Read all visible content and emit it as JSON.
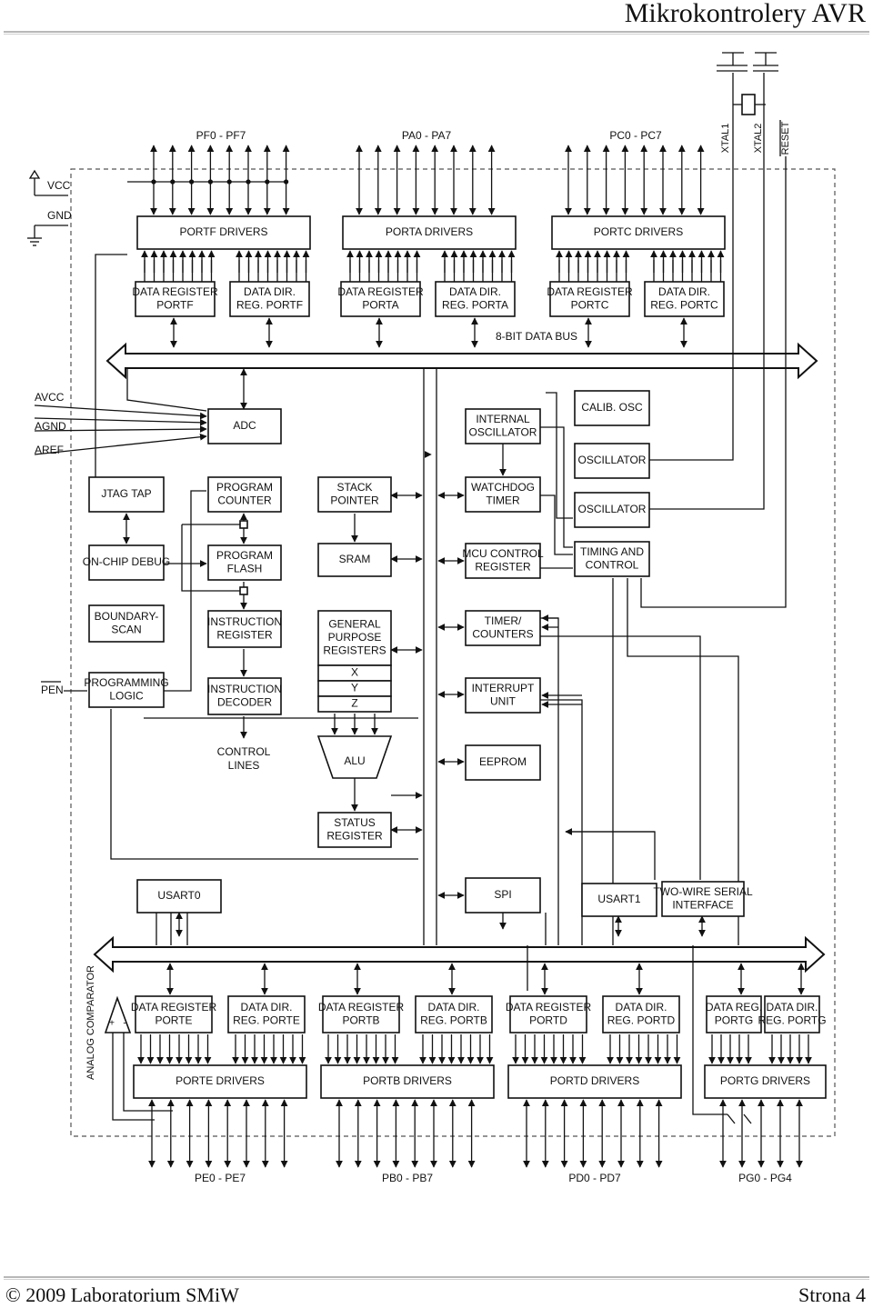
{
  "header": {
    "title": "Mikrokontrolery AVR"
  },
  "footer": {
    "copyright": "© 2009 Laboratorium SMiW",
    "page": "Strona 4"
  },
  "diagram": {
    "external": {
      "vcc": "VCC",
      "gnd": "GND",
      "avcc": "AVCC",
      "agnd": "AGND",
      "aref": "AREF",
      "pen": "PEN",
      "xtal1": "XTAL1",
      "xtal2": "XTAL2",
      "reset": "RESET",
      "analog_comparator": "ANALOG COMPARATOR"
    },
    "port_labels": {
      "pf": "PF0 - PF7",
      "pa": "PA0 - PA7",
      "pc": "PC0 - PC7",
      "pe": "PE0 - PE7",
      "pb": "PB0 - PB7",
      "pd": "PD0 - PD7",
      "pg": "PG0 - PG4"
    },
    "buses": {
      "top": "8-BIT DATA BUS"
    },
    "drivers": {
      "portf": "PORTF DRIVERS",
      "porta": "PORTA DRIVERS",
      "portc": "PORTC DRIVERS",
      "porte": "PORTE DRIVERS",
      "portb": "PORTB DRIVERS",
      "portd": "PORTD DRIVERS",
      "portg": "PORTG DRIVERS"
    },
    "registers": {
      "dr_portf": [
        "DATA REGISTER",
        "PORTF"
      ],
      "ddr_portf": [
        "DATA DIR.",
        "REG. PORTF"
      ],
      "dr_porta": [
        "DATA REGISTER",
        "PORTA"
      ],
      "ddr_porta": [
        "DATA DIR.",
        "REG. PORTA"
      ],
      "dr_portc": [
        "DATA REGISTER",
        "PORTC"
      ],
      "ddr_portc": [
        "DATA DIR.",
        "REG. PORTC"
      ],
      "dr_porte": [
        "DATA REGISTER",
        "PORTE"
      ],
      "ddr_porte": [
        "DATA DIR.",
        "REG. PORTE"
      ],
      "dr_portb": [
        "DATA REGISTER",
        "PORTB"
      ],
      "ddr_portb": [
        "DATA DIR.",
        "REG. PORTB"
      ],
      "dr_portd": [
        "DATA REGISTER",
        "PORTD"
      ],
      "ddr_portd": [
        "DATA DIR.",
        "REG. PORTD"
      ],
      "dr_portg": [
        "DATA REG.",
        "PORTG"
      ],
      "ddr_portg": [
        "DATA DIR.",
        "REG. PORTG"
      ]
    },
    "blocks": {
      "adc": [
        "ADC"
      ],
      "jtag": [
        "JTAG TAP"
      ],
      "ocd": [
        "ON-CHIP DEBUG"
      ],
      "bscan": [
        "BOUNDARY-",
        "SCAN"
      ],
      "proglogic": [
        "PROGRAMMING",
        "LOGIC"
      ],
      "pc": [
        "PROGRAM",
        "COUNTER"
      ],
      "flash": [
        "PROGRAM",
        "FLASH"
      ],
      "ir": [
        "INSTRUCTION",
        "REGISTER"
      ],
      "id": [
        "INSTRUCTION",
        "DECODER"
      ],
      "control_lines": [
        "CONTROL",
        "LINES"
      ],
      "sp": [
        "STACK",
        "POINTER"
      ],
      "sram": [
        "SRAM"
      ],
      "gpr": [
        "GENERAL",
        "PURPOSE",
        "REGISTERS"
      ],
      "gpr_x": "X",
      "gpr_y": "Y",
      "gpr_z": "Z",
      "alu": "ALU",
      "sreg": [
        "STATUS",
        "REGISTER"
      ],
      "intosc": [
        "INTERNAL",
        "OSCILLATOR"
      ],
      "wdt": [
        "WATCHDOG",
        "TIMER"
      ],
      "mcucr": [
        "MCU CONTROL",
        "REGISTER"
      ],
      "timers": [
        "TIMER/",
        "COUNTERS"
      ],
      "intunit": [
        "INTERRUPT",
        "UNIT"
      ],
      "eeprom": [
        "EEPROM"
      ],
      "spi": [
        "SPI"
      ],
      "calosc": [
        "CALIB. OSC"
      ],
      "osc1": [
        "OSCILLATOR"
      ],
      "osc2": [
        "OSCILLATOR"
      ],
      "timing": [
        "TIMING AND",
        "CONTROL"
      ],
      "usart0": [
        "USART0"
      ],
      "usart1": [
        "USART1"
      ],
      "twi": [
        "TWO-WIRE SERIAL",
        "INTERFACE"
      ],
      "comparator_plus": "+",
      "comparator_minus": "-"
    }
  }
}
